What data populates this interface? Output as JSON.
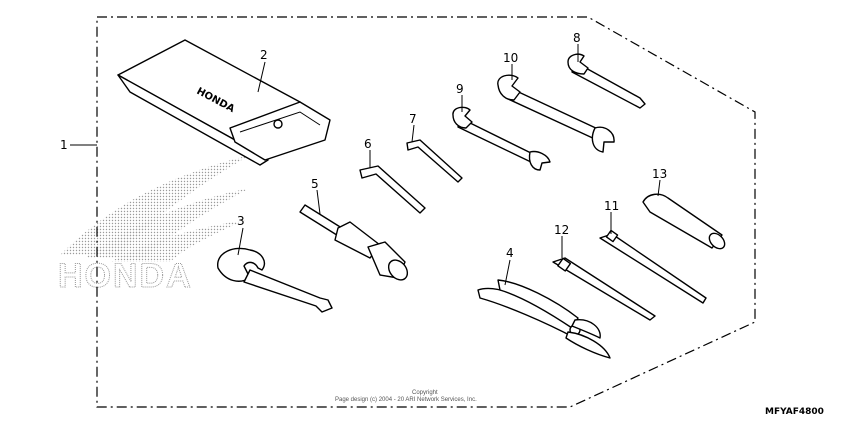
{
  "diagram": {
    "callouts": {
      "c1": "1",
      "c2": "2",
      "c3": "3",
      "c4": "4",
      "c5": "5",
      "c6": "6",
      "c7": "7",
      "c8": "8",
      "c9": "9",
      "c10": "10",
      "c11": "11",
      "c12": "12",
      "c13": "13"
    },
    "pouch_brand": "HONDA",
    "watermark_text": "HONDA",
    "copyright_line1": "Copyright",
    "copyright_line2": "Page design (c) 2004 - 20 ARI Network Services, Inc.",
    "figure_code": "MFYAF4800"
  }
}
